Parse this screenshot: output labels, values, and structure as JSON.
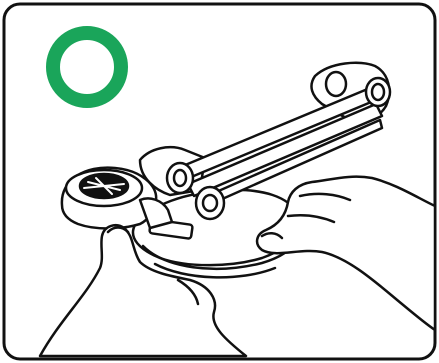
{
  "illustration": {
    "kind": "instruction-step",
    "indicator": {
      "icon": "correct-circle-icon",
      "meaning": "correct",
      "color": "#1aa55a"
    },
    "subject": "device-held-with-both-hands",
    "colors": {
      "line": "#111111",
      "fill": "#ffffff"
    }
  }
}
